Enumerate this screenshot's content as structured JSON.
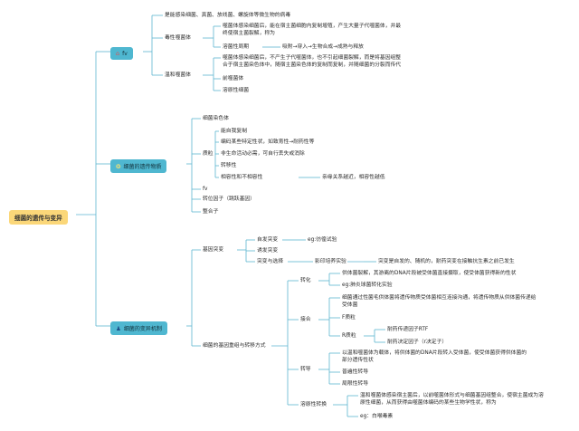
{
  "colors": {
    "line": "#5eb5d0",
    "root_bg": "#fbd779",
    "branch_bg": "#4fb7d0"
  },
  "root": "细菌的遗传与变异",
  "phage": {
    "label": "fv",
    "icon": "house-icon",
    "intro": "是能感染细菌、真菌、放线菌、螺旋体等微生物的病毒",
    "virulent": {
      "label": "毒性噬菌体",
      "desc1": "噬菌体感染细菌后，能在宿主菌细胞内复制增殖，产生大量子代噬菌体，并最",
      "desc2": "终使宿主菌裂解，称为",
      "cycle_label": "溶菌性周期",
      "cycle_steps": "吸附→穿入→生物合成→成熟与释放"
    },
    "temperate": {
      "label": "温和噬菌体",
      "desc1": "噬菌体感染细菌后，不产生子代噬菌体，也不引起细菌裂解，而是将基因组整",
      "desc2": "合于宿主菌染色体中，随宿主菌染色体的复制而复制，并随细菌的分裂而传代",
      "items": [
        "前噬菌体",
        "溶原性细菌"
      ]
    }
  },
  "genetic": {
    "label": "细菌的遗传物质",
    "icon": "bulb-icon",
    "chromosome": "细菌染色体",
    "plasmid": {
      "label": "质粒",
      "items": [
        "能自我复制",
        "编码某些特定性状，如致育性→耐药性等",
        "非生命活动必需，可自行丢失或消除",
        "转移性",
        "相容性和不相容性"
      ],
      "incompat_note": "亲缘关系越近，相容性越低"
    },
    "other": [
      "fv",
      "转位因子（跳跃基因）",
      "整合子"
    ]
  },
  "variation": {
    "label": "细菌的变异机制",
    "icon": "people-icon",
    "mutation": {
      "label": "基因突变",
      "spontaneous": "自发突变",
      "spontaneous_eg": "eg:彷徨试验",
      "induced": "诱发突变",
      "selection": "突变与选择",
      "replica": "影印培养实验",
      "replica_note": "突变是自发的、随机的，耐药突变在接触抗生素之前已发生"
    },
    "transfer": {
      "label": "细菌的基因重组与转移方式",
      "transformation": {
        "label": "转化",
        "desc": "供体菌裂解，其游离的DNA片段被受体菌直接摄取，使受体菌获得新的性状",
        "eg": "eg:肺炎球菌转化实验"
      },
      "conjugation": {
        "label": "接合",
        "desc1": "细菌通过性菌毛供体菌将遗传物质受体菌相互连接沟通，将遗传物质从供体菌传递给",
        "desc2": "受体菌",
        "f_plasmid": "F质粒",
        "r_plasmid": "R质粒",
        "rtf": "耐药传递因子RTF",
        "r_det": "耐药决定因子（r决定子）"
      },
      "transduction": {
        "label": "转导",
        "desc1": "以温和噬菌体为载体，将供体菌的DNA片段转入受体菌，使受体菌获得供体菌的",
        "desc2": "部分遗传性状",
        "items": [
          "普遍性转导",
          "局限性转导"
        ]
      },
      "lysogenic": {
        "label": "溶原性转换",
        "desc1": "温和噬菌体感染宿主菌后，以前噬菌体形式与细菌基因组整合，使宿主菌成为溶",
        "desc2": "原性细菌，从而获得由噬菌体编码的某些生物学性状，称为",
        "eg": "eg：白喉毒素"
      }
    }
  }
}
